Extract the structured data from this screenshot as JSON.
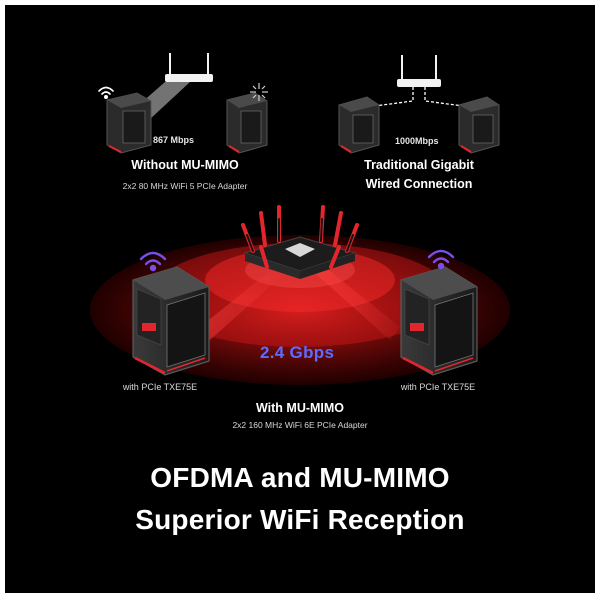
{
  "top_left": {
    "speed": "867 Mbps",
    "title": "Without MU-MIMO",
    "subtitle": "2x2 80 MHz WiFi 5 PCIe Adapter"
  },
  "top_right": {
    "speed": "1000Mbps",
    "title_line1": "Traditional Gigabit",
    "title_line2": "Wired Connection"
  },
  "main": {
    "speed": "2.4 Gbps",
    "left_caption": "with PCIe TXE75E",
    "right_caption": "with PCIe TXE75E",
    "title": "With MU-MIMO",
    "subtitle": "2x2 160 MHz WiFi 6E PCIe Adapter"
  },
  "headline": {
    "line1": "OFDMA and MU-MIMO",
    "line2": "Superior WiFi Reception"
  },
  "colors": {
    "background": "#000000",
    "accent_red": "#e3262e",
    "wifi_purple": "#7a4ee8",
    "speed_blue": "#5b6cff"
  },
  "icons": [
    "wifi-icon",
    "router-icon",
    "pc-tower-icon",
    "weak-signal-icon",
    "ethernet-cable-icon"
  ]
}
